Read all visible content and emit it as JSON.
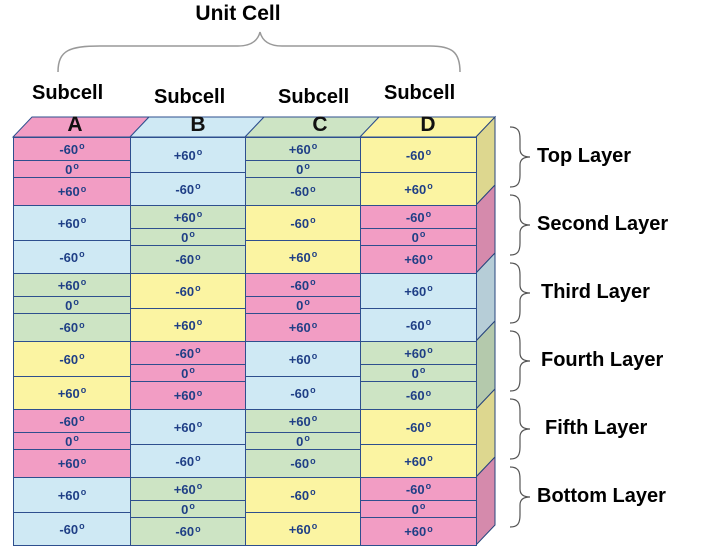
{
  "title": "Unit Cell",
  "subcell_label": "Subcell",
  "columns": [
    "A",
    "B",
    "C",
    "D"
  ],
  "layer_names": [
    "Top Layer",
    "Second Layer",
    "Third Layer",
    "Fourth Layer",
    "Fifth Layer",
    "Bottom Layer"
  ],
  "colors": {
    "pink": "#f29dc4",
    "blue": "#cfe9f4",
    "green": "#cde4c4",
    "yellow": "#fbf4a2",
    "border": "#2e4f8e",
    "text": "#1f3f86"
  },
  "layers": [
    [
      [
        "pink3",
        "-60",
        "0",
        "+60"
      ],
      [
        "blue2",
        "+60",
        "-60"
      ],
      [
        "green3",
        "+60",
        "0",
        "-60"
      ],
      [
        "yellow2",
        "-60",
        "+60"
      ]
    ],
    [
      [
        "blue2",
        "+60",
        "-60"
      ],
      [
        "green3",
        "+60",
        "0",
        "-60"
      ],
      [
        "yellow2",
        "-60",
        "+60"
      ],
      [
        "pink3",
        "-60",
        "0",
        "+60"
      ]
    ],
    [
      [
        "green3",
        "+60",
        "0",
        "-60"
      ],
      [
        "yellow2",
        "-60",
        "+60"
      ],
      [
        "pink3",
        "-60",
        "0",
        "+60"
      ],
      [
        "blue2",
        "+60",
        "-60"
      ]
    ],
    [
      [
        "yellow2",
        "-60",
        "+60"
      ],
      [
        "pink3",
        "-60",
        "0",
        "+60"
      ],
      [
        "blue2",
        "+60",
        "-60"
      ],
      [
        "green3",
        "+60",
        "0",
        "-60"
      ]
    ],
    [
      [
        "pink3",
        "-60",
        "0",
        "+60"
      ],
      [
        "blue2",
        "+60",
        "-60"
      ],
      [
        "green3",
        "+60",
        "0",
        "-60"
      ],
      [
        "yellow2",
        "-60",
        "+60"
      ]
    ],
    [
      [
        "blue2",
        "+60",
        "-60"
      ],
      [
        "green3",
        "+60",
        "0",
        "-60"
      ],
      [
        "yellow2",
        "-60",
        "+60"
      ],
      [
        "pink3",
        "-60",
        "0",
        "+60"
      ]
    ]
  ],
  "degree_mark": "o"
}
